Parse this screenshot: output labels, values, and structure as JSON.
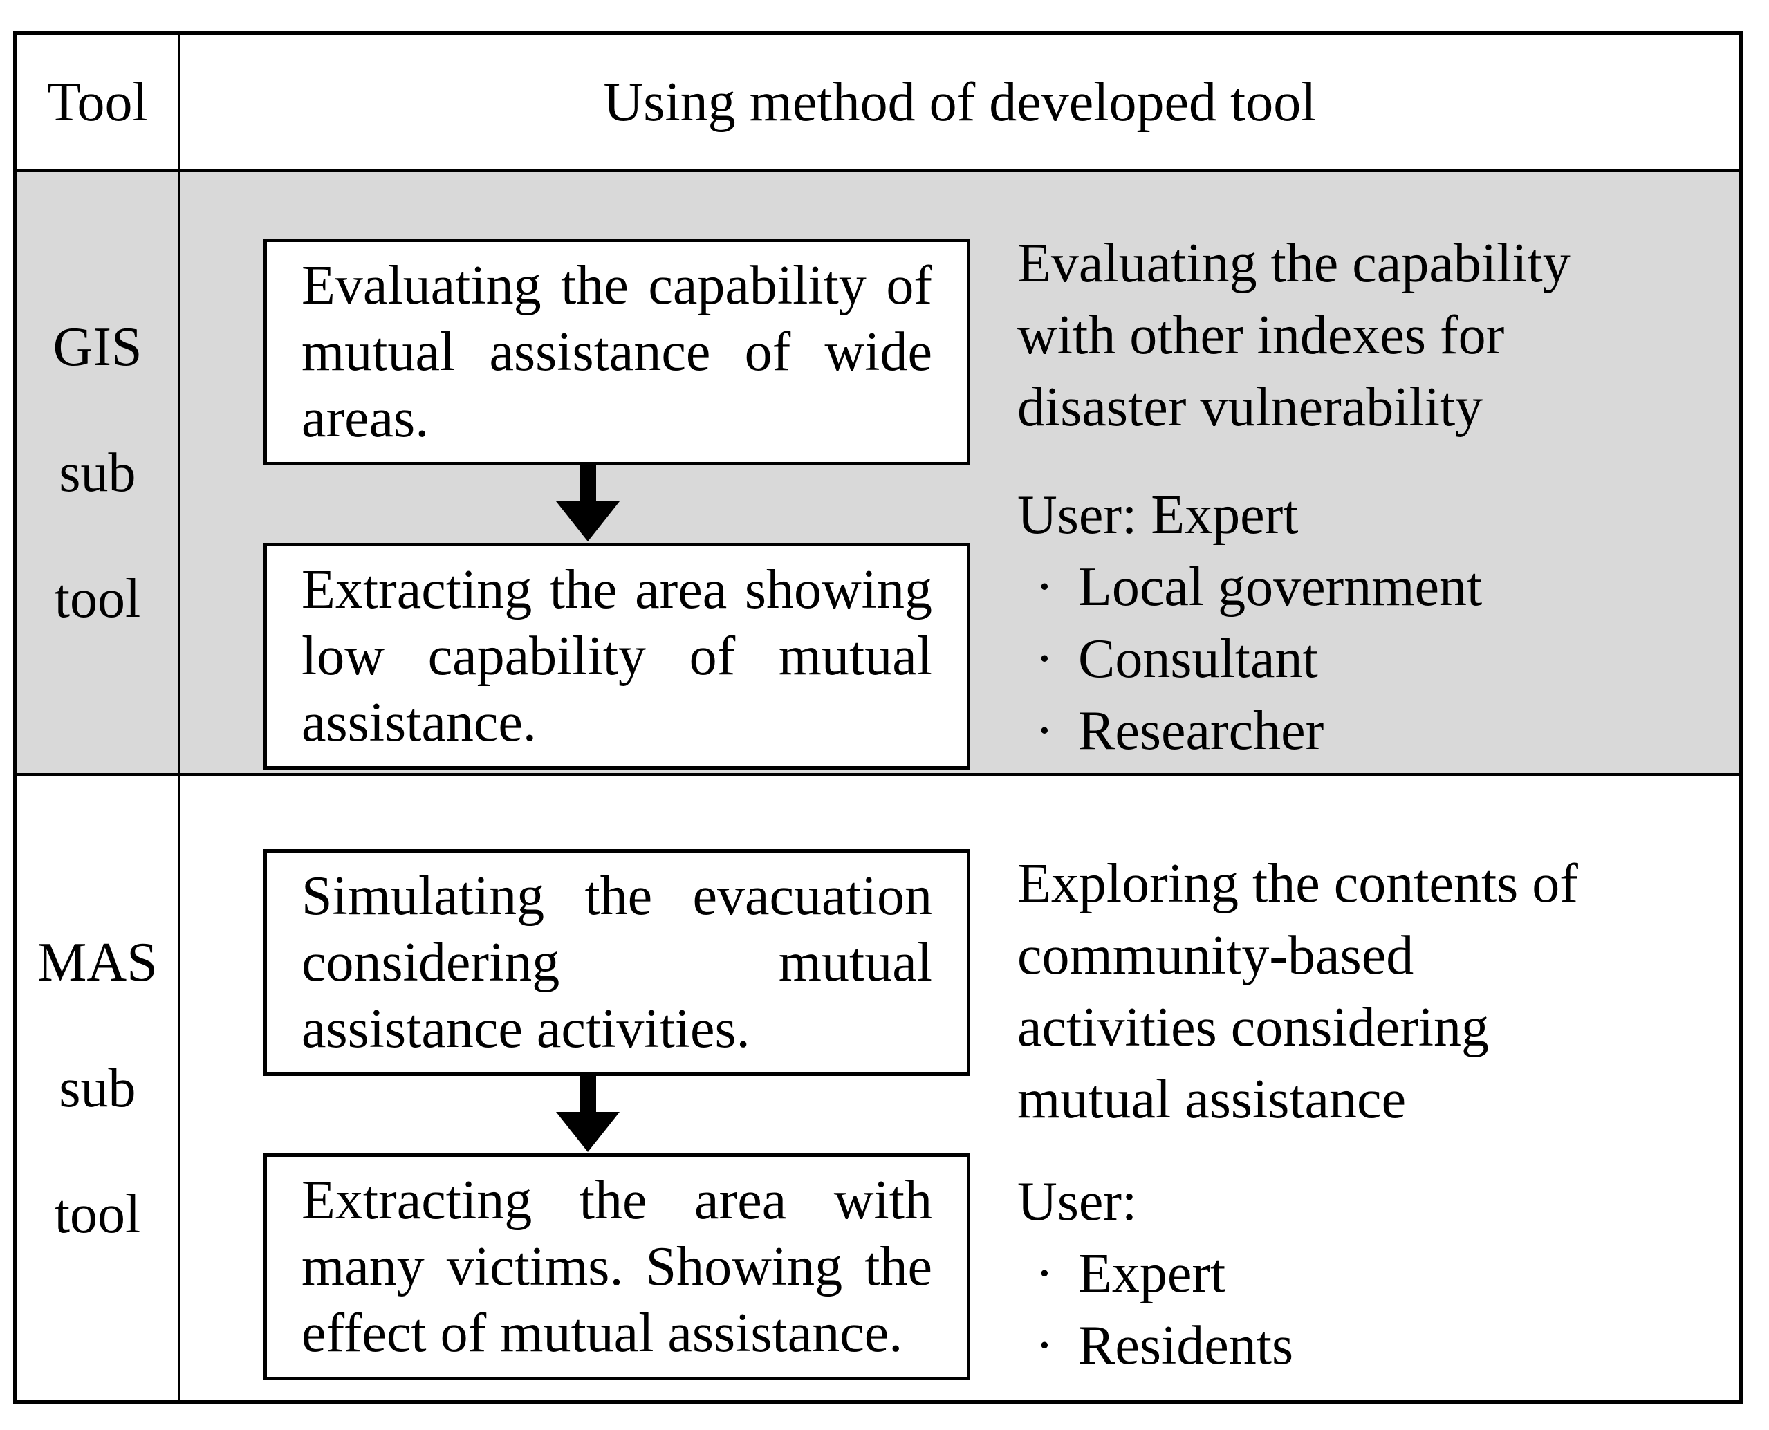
{
  "colors": {
    "gis_row_bg": "#d9d9d9",
    "mas_row_bg": "#ffffff",
    "border": "#000000",
    "box_bg": "#ffffff",
    "text": "#000000"
  },
  "header": {
    "tool": "Tool",
    "method": "Using method of developed tool"
  },
  "rows": [
    {
      "tool_label_lines": [
        "GIS",
        "sub",
        "tool"
      ],
      "flow": {
        "box1": "Evaluating the capability of mutual assistance of wide areas.",
        "arrow": "down-arrow",
        "box2": "Extracting the area showing low capability of mutual assistance."
      },
      "description": "Evaluating the capability\nwith other indexes for\ndisaster vulnerability",
      "user_heading": "User: Expert",
      "bullet": "·",
      "user_items": [
        "Local government",
        "Consultant",
        "Researcher"
      ]
    },
    {
      "tool_label_lines": [
        "MAS",
        "sub",
        "tool"
      ],
      "flow": {
        "box1": "Simulating the evacuation considering mutual assistance activities.",
        "arrow": "down-arrow",
        "box2": "Extracting the area with many victims. Showing the effect of mutual assistance."
      },
      "description": "Exploring the contents of\ncommunity-based\nactivities considering\nmutual assistance",
      "user_heading": "User:",
      "bullet": "·",
      "user_items": [
        "Expert",
        "Residents"
      ]
    }
  ]
}
